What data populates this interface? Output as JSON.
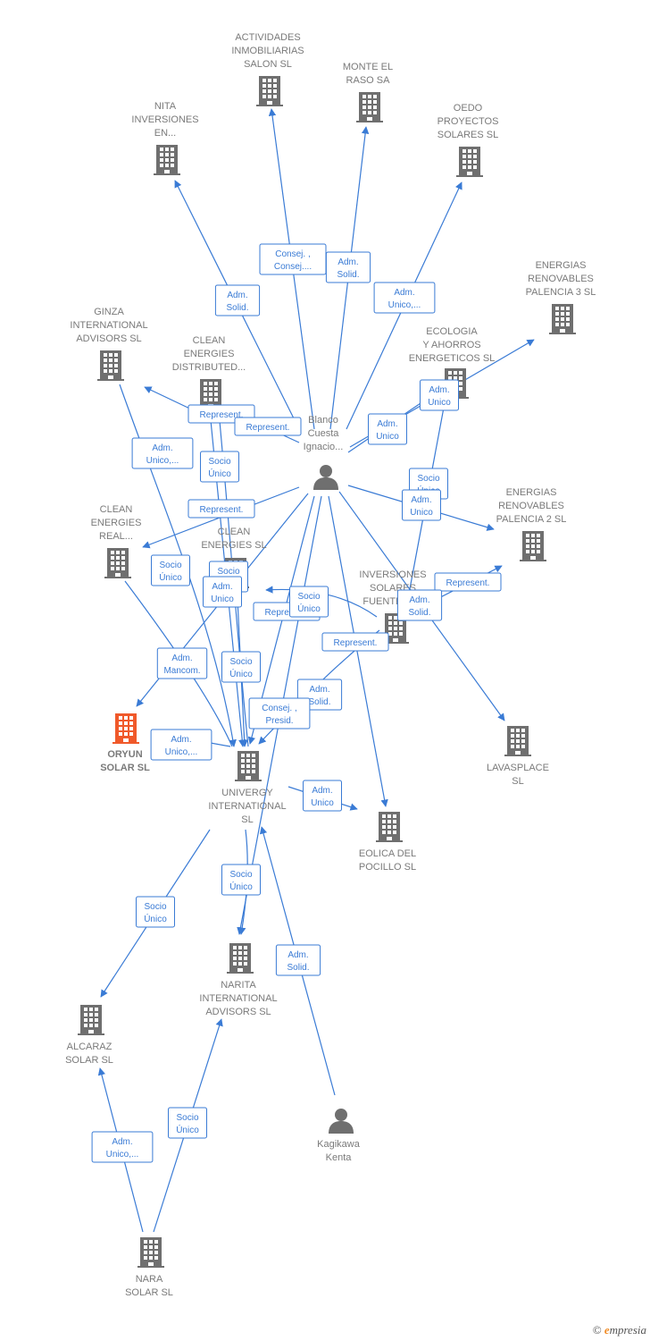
{
  "colors": {
    "edge": "#3a7bd5",
    "company": "#6f6f6f",
    "focus": "#f0592a",
    "person": "#6f6f6f"
  },
  "nodes": [
    {
      "id": "actividades",
      "type": "company",
      "label": [
        "ACTIVIDADES",
        "INMOBILIARIAS",
        "SALON SL"
      ]
    },
    {
      "id": "monte",
      "type": "company",
      "label": [
        "MONTE EL",
        "RASO SA"
      ]
    },
    {
      "id": "nita",
      "type": "company",
      "label": [
        "NITA",
        "INVERSIONES",
        "EN..."
      ]
    },
    {
      "id": "oedo",
      "type": "company",
      "label": [
        "OEDO",
        "PROYECTOS",
        "SOLARES  SL"
      ]
    },
    {
      "id": "er3",
      "type": "company",
      "label": [
        "ENERGIAS",
        "RENOVABLES",
        "PALENCIA 3 SL"
      ]
    },
    {
      "id": "ginza",
      "type": "company",
      "label": [
        "GINZA",
        "INTERNATIONAL",
        "ADVISORS  SL"
      ]
    },
    {
      "id": "ced",
      "type": "company",
      "label": [
        "CLEAN",
        "ENERGIES",
        "DISTRIBUTED..."
      ]
    },
    {
      "id": "ecologia",
      "type": "company",
      "label": [
        "ECOLOGIA",
        "Y AHORROS",
        "ENERGETICOS SL"
      ]
    },
    {
      "id": "blanco",
      "type": "person",
      "label": [
        "Blanco",
        "Cuesta",
        "Ignacio..."
      ]
    },
    {
      "id": "er2",
      "type": "company",
      "label": [
        "ENERGIAS",
        "RENOVABLES",
        "PALENCIA 2 SL"
      ]
    },
    {
      "id": "cer",
      "type": "company",
      "label": [
        "CLEAN",
        "ENERGIES",
        "REAL..."
      ]
    },
    {
      "id": "ces",
      "type": "company",
      "label": [
        "CLEAN",
        "ENERGIES SL"
      ]
    },
    {
      "id": "isf",
      "type": "company",
      "label": [
        "INVERSIONES",
        "SOLARES",
        "FUENTEZA..."
      ]
    },
    {
      "id": "oryun",
      "type": "focus",
      "label": [
        "ORYUN",
        "SOLAR  SL"
      ]
    },
    {
      "id": "univergy",
      "type": "company",
      "label": [
        "UNIVERGY",
        "INTERNATIONAL",
        "SL"
      ]
    },
    {
      "id": "lavasplace",
      "type": "company",
      "label": [
        "LAVASPLACE",
        "SL"
      ]
    },
    {
      "id": "eolica",
      "type": "company",
      "label": [
        "EOLICA DEL",
        "POCILLO SL"
      ]
    },
    {
      "id": "narita",
      "type": "company",
      "label": [
        "NARITA",
        "INTERNATIONAL",
        "ADVISORS  SL"
      ]
    },
    {
      "id": "alcaraz",
      "type": "company",
      "label": [
        "ALCARAZ",
        "SOLAR SL"
      ]
    },
    {
      "id": "kagikawa",
      "type": "person",
      "label": [
        "Kagikawa",
        "Kenta"
      ]
    },
    {
      "id": "nara",
      "type": "company",
      "label": [
        "NARA",
        "SOLAR  SL"
      ]
    }
  ],
  "edge_labels": [
    {
      "id": "e1",
      "lines": [
        "Consej. ,",
        "Consej...."
      ]
    },
    {
      "id": "e2",
      "lines": [
        "Adm.",
        "Solid."
      ]
    },
    {
      "id": "e3",
      "lines": [
        "Adm.",
        "Solid."
      ]
    },
    {
      "id": "e4",
      "lines": [
        "Adm.",
        "Unico,..."
      ]
    },
    {
      "id": "e5",
      "lines": [
        "Adm.",
        "Unico"
      ]
    },
    {
      "id": "e6",
      "lines": [
        "Adm.",
        "Unico"
      ]
    },
    {
      "id": "e7",
      "lines": [
        "Represent."
      ]
    },
    {
      "id": "e8",
      "lines": [
        "Represent."
      ]
    },
    {
      "id": "e9",
      "lines": [
        "Adm.",
        "Unico,..."
      ]
    },
    {
      "id": "e10",
      "lines": [
        "Socio",
        "Único"
      ]
    },
    {
      "id": "e11",
      "lines": [
        "Socio",
        "Único"
      ]
    },
    {
      "id": "e12",
      "lines": [
        "Adm.",
        "Unico"
      ]
    },
    {
      "id": "e13",
      "lines": [
        "Represent."
      ]
    },
    {
      "id": "e14",
      "lines": [
        "Socio",
        "Único"
      ]
    },
    {
      "id": "e15",
      "lines": [
        "Socio",
        "Único"
      ]
    },
    {
      "id": "e16",
      "lines": [
        "Represent."
      ]
    },
    {
      "id": "e17",
      "lines": [
        "Adm.",
        "Unico"
      ]
    },
    {
      "id": "e18",
      "lines": [
        "Represent."
      ]
    },
    {
      "id": "e19",
      "lines": [
        "Socio",
        "Único"
      ]
    },
    {
      "id": "e20",
      "lines": [
        "Adm.",
        "Solid."
      ]
    },
    {
      "id": "e21",
      "lines": [
        "Represent."
      ]
    },
    {
      "id": "e22",
      "lines": [
        "Adm.",
        "Mancom."
      ]
    },
    {
      "id": "e23",
      "lines": [
        "Socio",
        "Único"
      ]
    },
    {
      "id": "e24",
      "lines": [
        "Adm.",
        "Solid."
      ]
    },
    {
      "id": "e25",
      "lines": [
        "Consej. ,",
        "Presid."
      ]
    },
    {
      "id": "e26",
      "lines": [
        "Adm.",
        "Unico,..."
      ]
    },
    {
      "id": "e27",
      "lines": [
        "Adm.",
        "Unico"
      ]
    },
    {
      "id": "e28",
      "lines": [
        "Socio",
        "Único"
      ]
    },
    {
      "id": "e29",
      "lines": [
        "Socio",
        "Único"
      ]
    },
    {
      "id": "e30",
      "lines": [
        "Adm.",
        "Solid."
      ]
    },
    {
      "id": "e31",
      "lines": [
        "Socio",
        "Único"
      ]
    },
    {
      "id": "e32",
      "lines": [
        "Adm.",
        "Unico,..."
      ]
    }
  ],
  "copyright": {
    "symbol": "©",
    "brand_initial": "e",
    "brand_rest": "mpresia"
  }
}
